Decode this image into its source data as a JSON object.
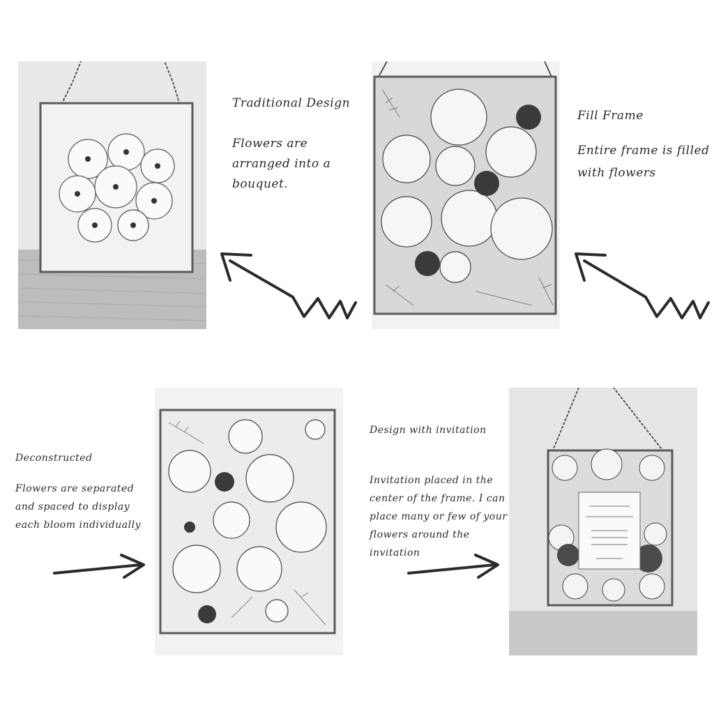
{
  "panels": [
    {
      "title": "Traditional Design",
      "description": "Flowers are arranged into a bouquet."
    },
    {
      "title": "Fill Frame",
      "description": "Entire frame is filled with flowers"
    },
    {
      "title": "Deconstructed",
      "description": "Flowers are separated and spaced to display each bloom individually"
    },
    {
      "title": "Design with invitation",
      "description": "Invitation placed in the center of the frame. I can place many or few of your flowers around the invitation"
    }
  ],
  "colors": {
    "ink": "#2a2a2a",
    "paper": "#f4f4f4",
    "frame": "#6a6a6a"
  }
}
